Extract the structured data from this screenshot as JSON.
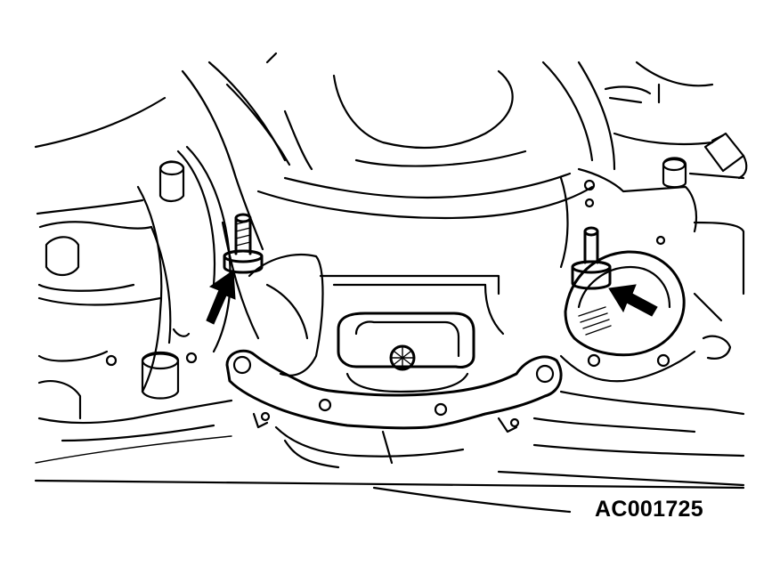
{
  "figure": {
    "reference_code": "AC001725",
    "line_color": "#000000",
    "background_color": "#ffffff",
    "callouts": [
      {
        "name": "left-bolt-arrow",
        "icon": "arrow-up-right-icon"
      },
      {
        "name": "right-bolt-arrow",
        "icon": "arrow-up-left-icon"
      }
    ]
  }
}
